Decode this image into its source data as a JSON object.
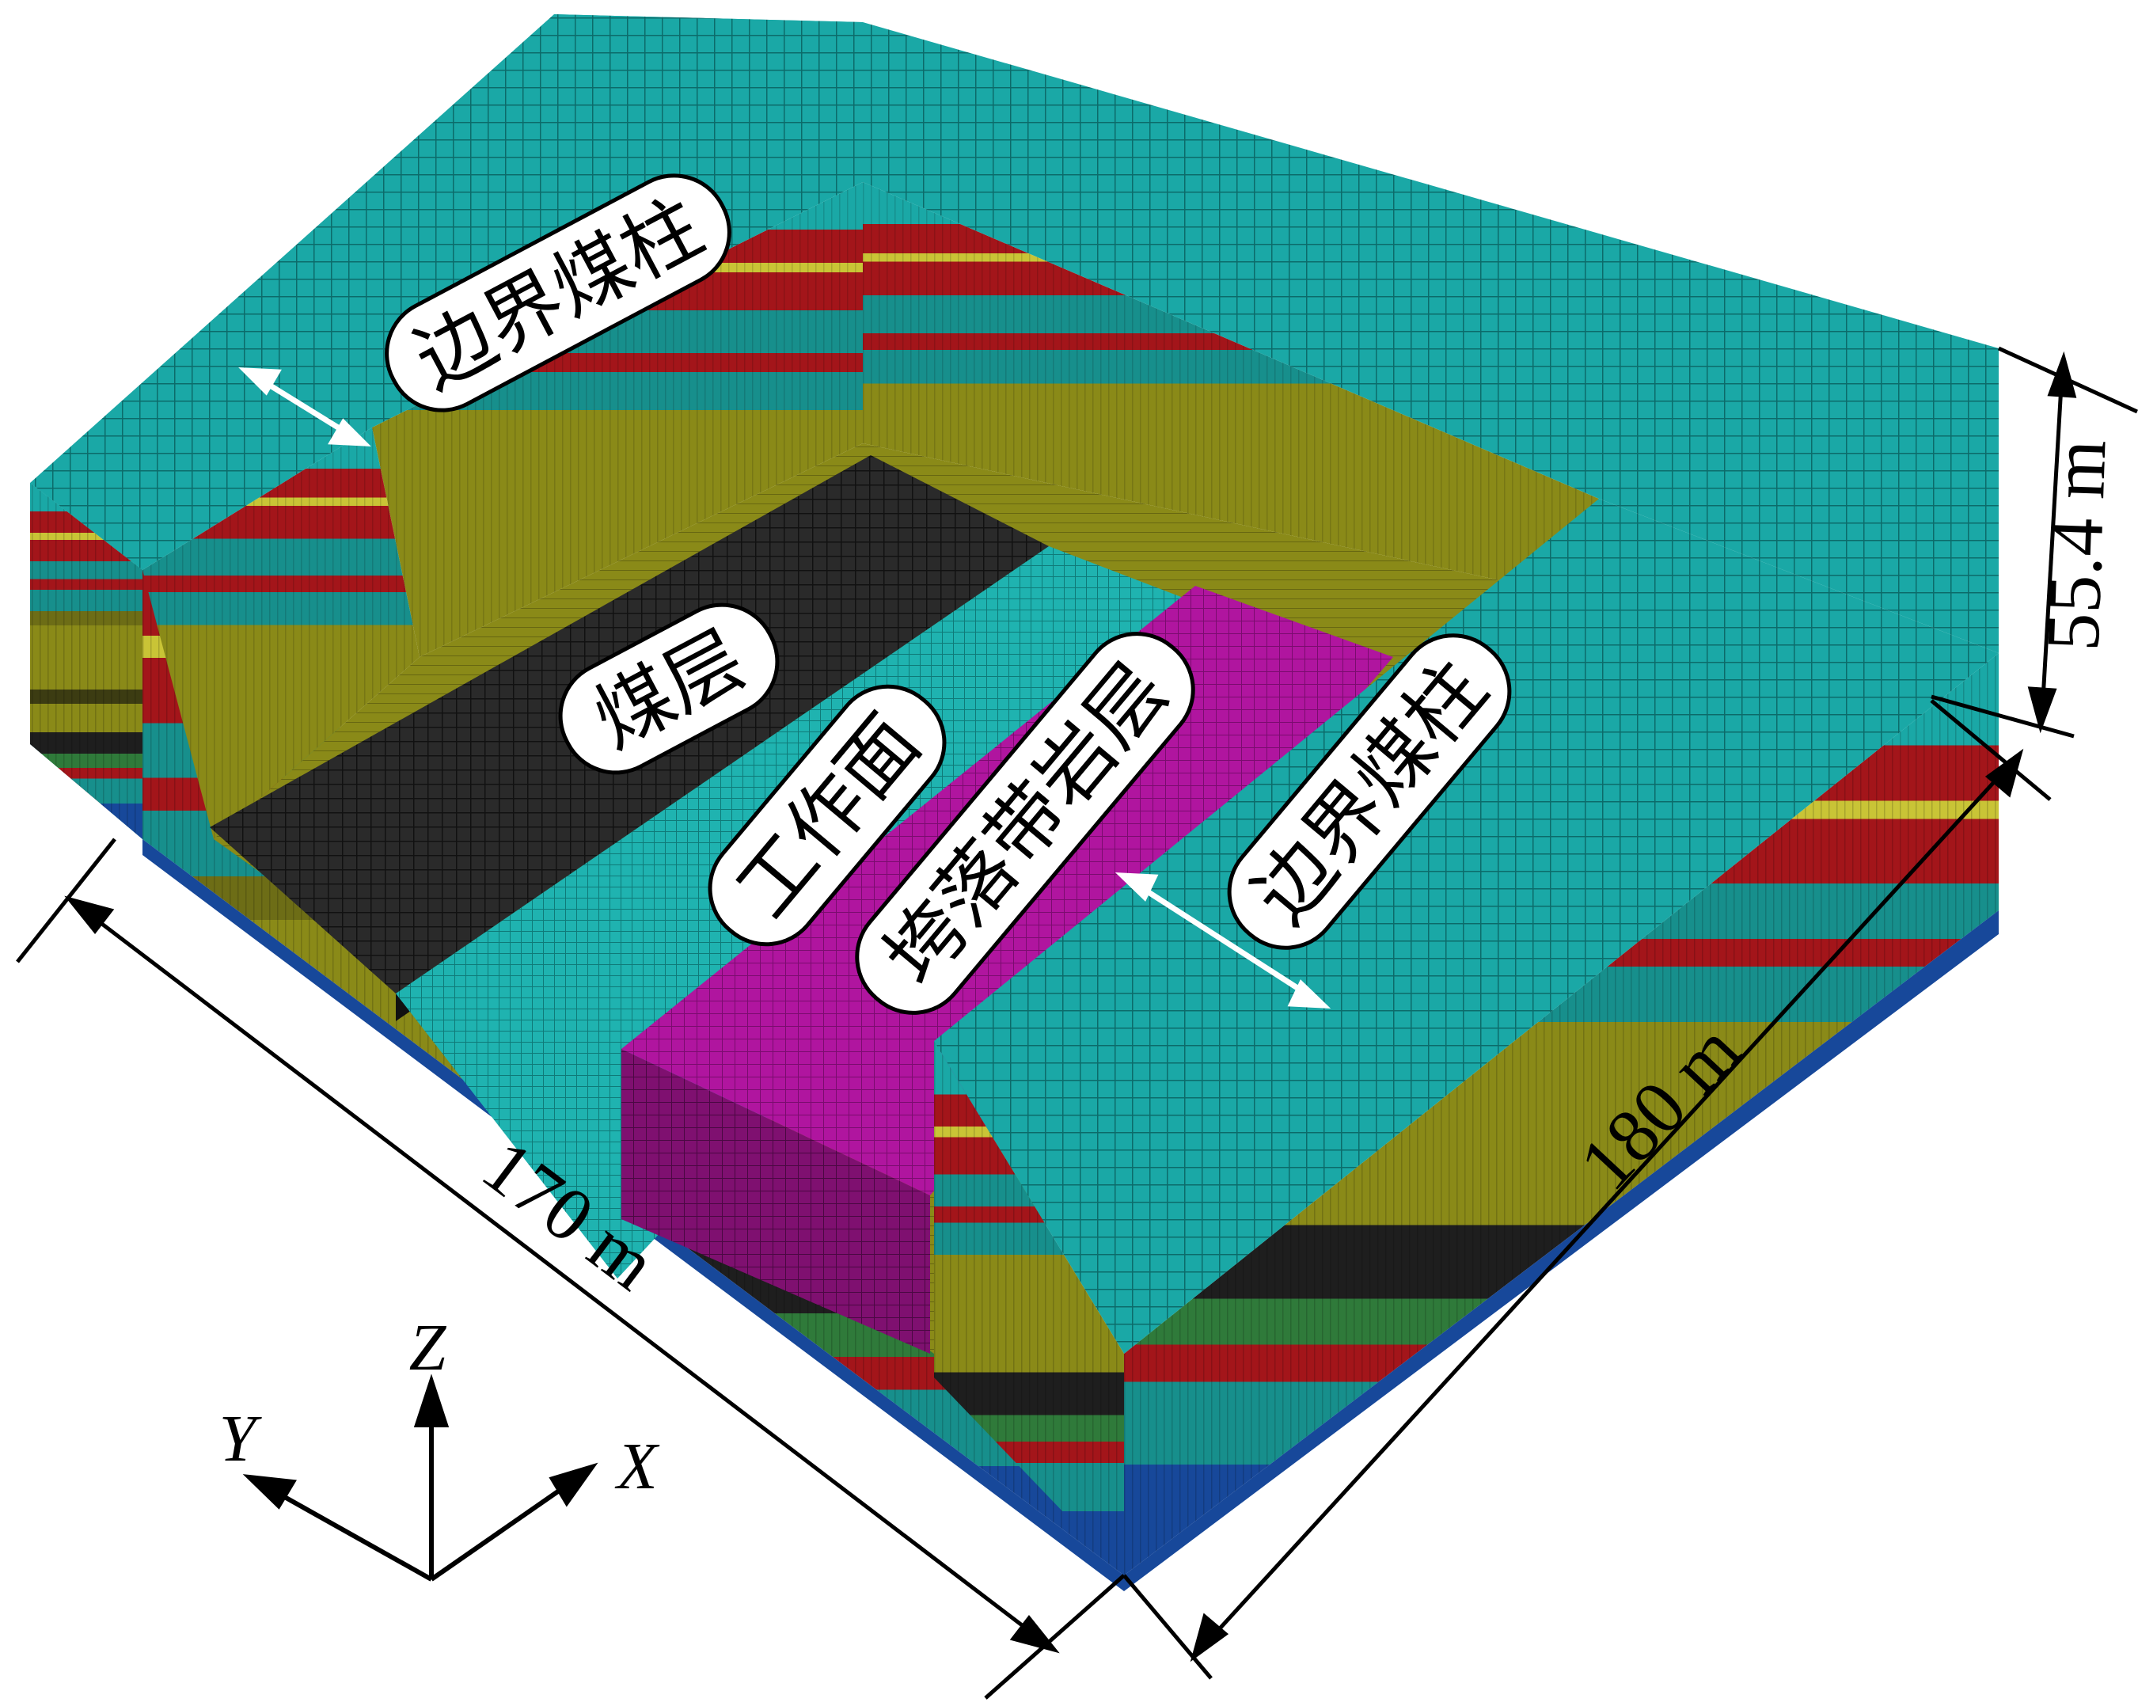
{
  "labels": {
    "coal_pillar_left": "边界煤柱",
    "coal_seam": "煤层",
    "working_face": "工作面",
    "caving_zone": "垮落带岩层",
    "coal_pillar_right": "边界煤柱"
  },
  "dimensions": {
    "length_x": "170 m",
    "length_y": "180 m",
    "height": "55.4 m"
  },
  "axes": {
    "z": "Z",
    "y": "Y",
    "x": "X"
  },
  "colors": {
    "teal": "#1aa8a6",
    "red": "#a3151a",
    "olive": "#8a8a18",
    "black": "#1e1e1e",
    "magenta": "#b0159f",
    "blue": "#17489a",
    "yellow": "#c9c436"
  }
}
